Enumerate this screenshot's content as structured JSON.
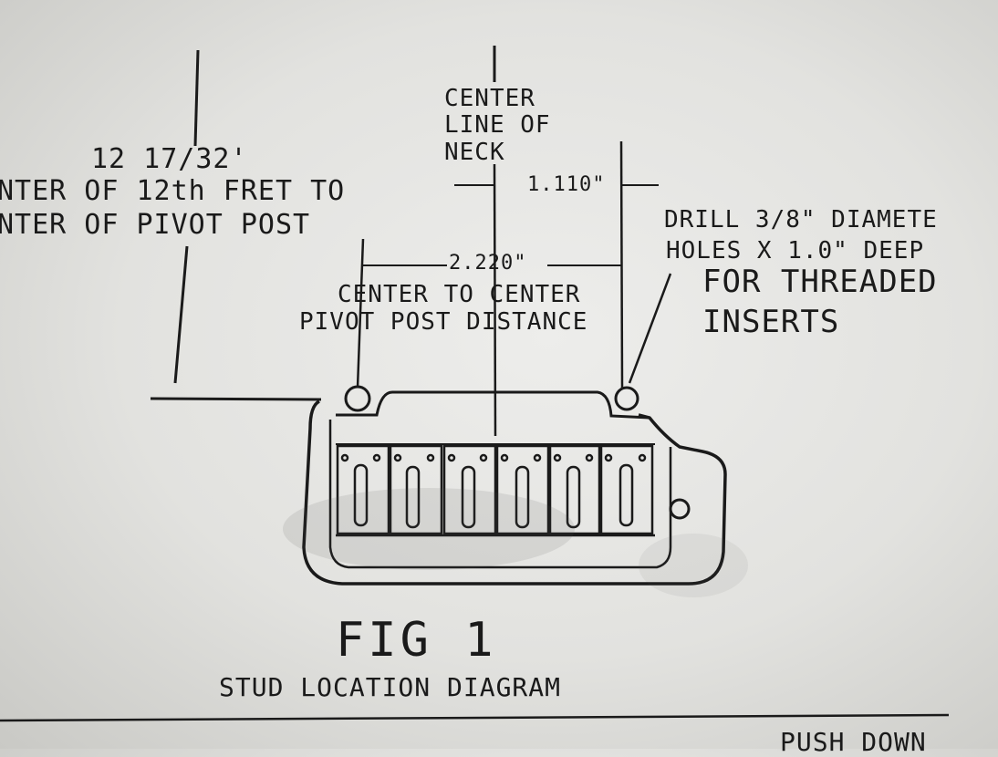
{
  "labels": {
    "fret_distance": "12 17/32'",
    "fret_line1": "NTER OF 12th FRET TO",
    "fret_line2": "NTER OF PIVOT POST",
    "center_line1": "CENTER",
    "center_line2": "LINE OF",
    "center_line3": "NECK",
    "half_distance": "1.110\"",
    "post_distance": "2.220\"",
    "post_line1": "CENTER TO CENTER",
    "post_line2": "PIVOT POST DISTANCE",
    "drill_line1": "DRILL 3/8\" DIAMETE",
    "drill_line2": "HOLES X 1.0\" DEEP",
    "drill_line3": "FOR THREADED",
    "drill_line4": "INSERTS",
    "fig_title": "FIG 1",
    "fig_subtitle": "STUD LOCATION DIAGRAM",
    "bottom_text": "PUSH DOWN"
  },
  "colors": {
    "ink": "#1a1a1a",
    "paper": "#e6e6e3"
  }
}
